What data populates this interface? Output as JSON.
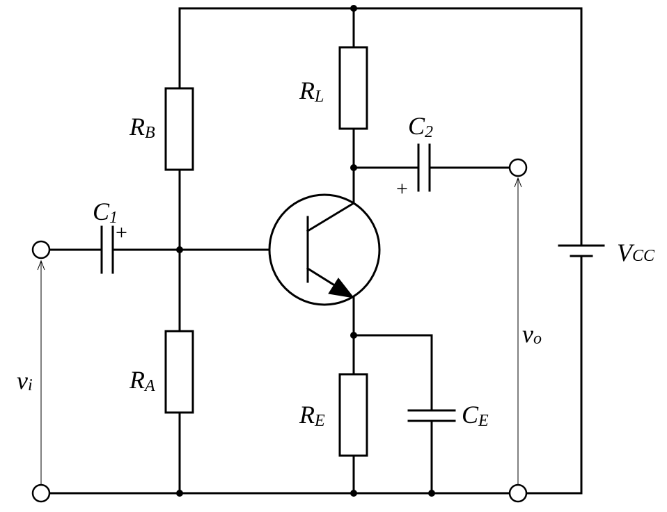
{
  "labels": {
    "rb": {
      "main": "R",
      "sub": "B"
    },
    "ra": {
      "main": "R",
      "sub": "A"
    },
    "rl": {
      "main": "R",
      "sub": "L"
    },
    "re": {
      "main": "R",
      "sub": "E"
    },
    "c1": {
      "main": "C",
      "sub": "1"
    },
    "c2": {
      "main": "C",
      "sub": "2"
    },
    "ce": {
      "main": "C",
      "sub": "E"
    },
    "vcc": {
      "main": "V",
      "sub": "CC"
    },
    "vi": {
      "main": "v",
      "sub": "i"
    },
    "vo": {
      "main": "v",
      "sub": "o"
    }
  },
  "polarity": {
    "c1": "+",
    "c2": "+"
  }
}
